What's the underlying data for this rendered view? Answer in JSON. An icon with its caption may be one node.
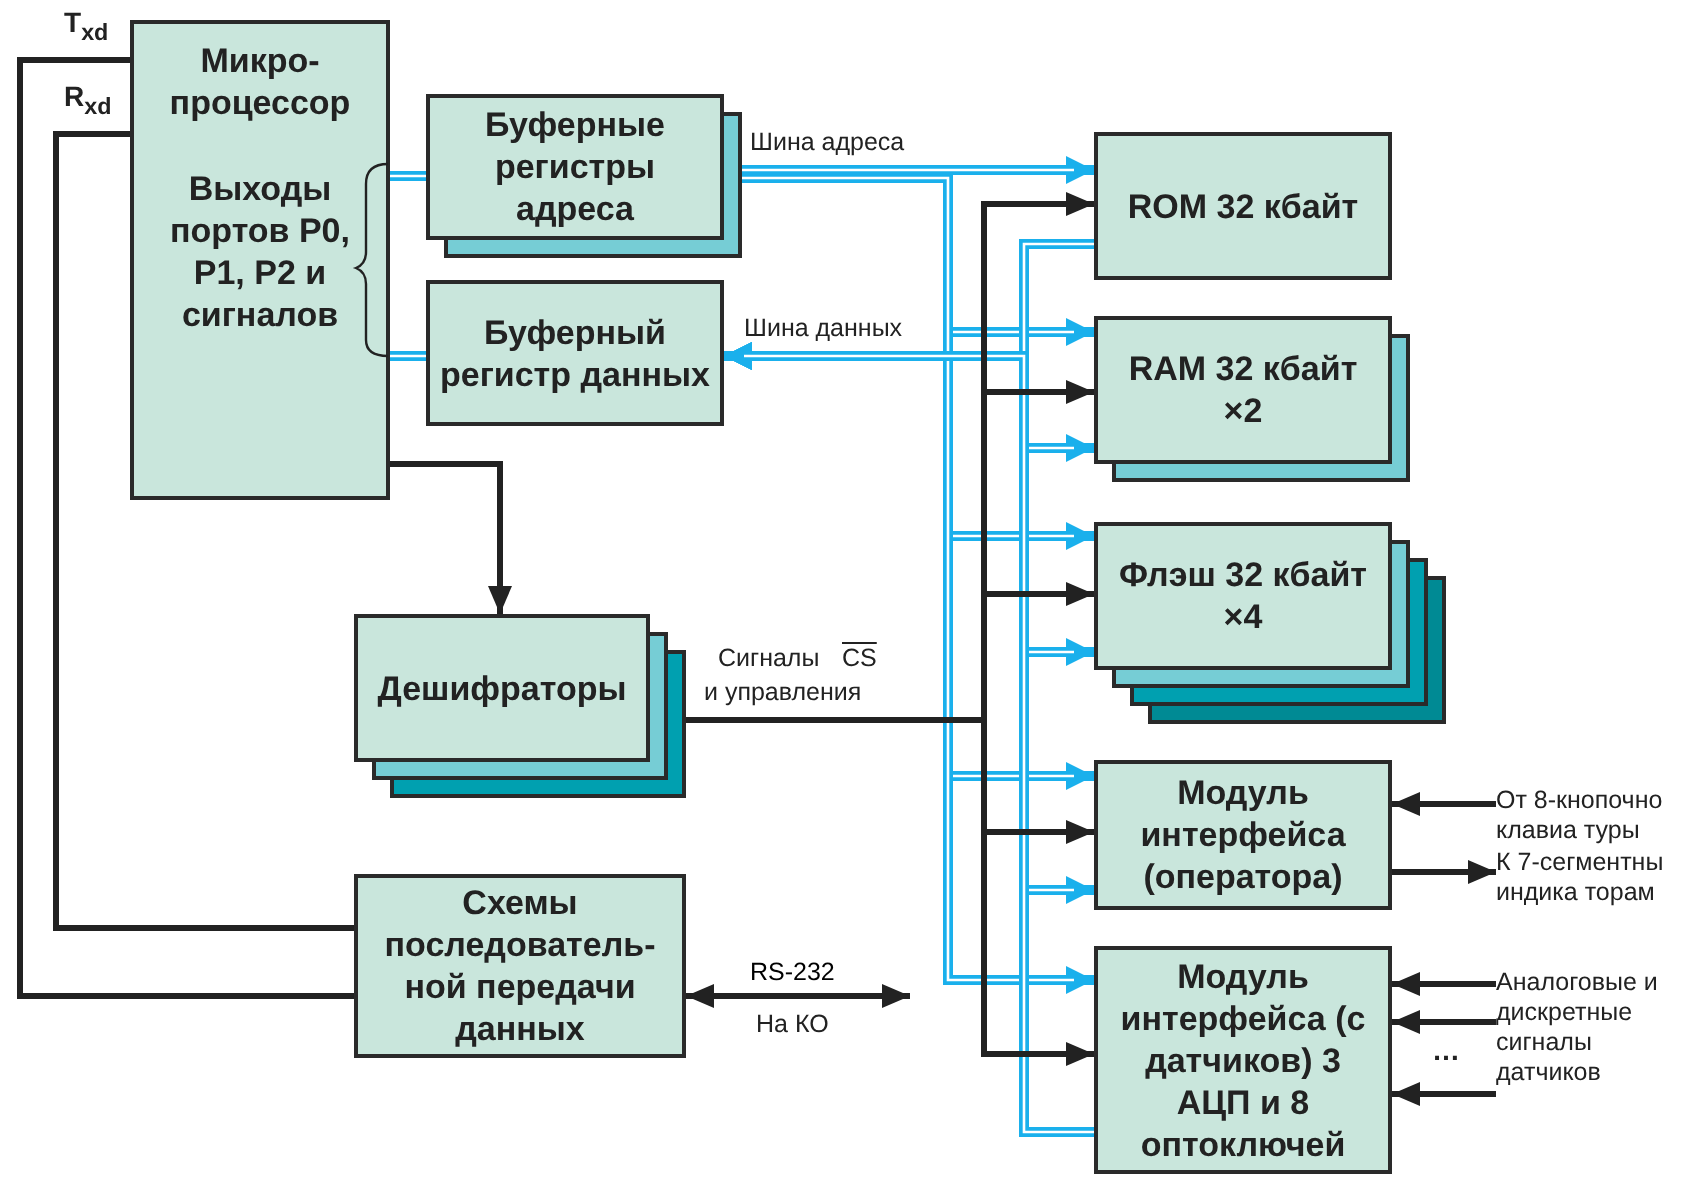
{
  "diagram": {
    "nodes": [
      {
        "text": [
          "Микро-процессор",
          "Выходы портов P0, P1, P2 и сигналов"
        ]
      },
      {
        "text": [
          "Буферные регистры адреса"
        ]
      },
      {
        "text": [
          "Буферный регистр данных"
        ]
      },
      {
        "text": [
          "ROM 32 кбайт"
        ]
      },
      {
        "text": [
          "RAM 32 кбайт ×2"
        ]
      },
      {
        "text": [
          "Флэш 32 кбайт ×4"
        ]
      },
      {
        "text": [
          "Модуль интерфейса (оператора)"
        ]
      },
      {
        "text": [
          "Модуль интерфейса (с датчиков) 3 АЦП и 8 оптоключей"
        ]
      },
      {
        "text": [
          "Дешифраторы"
        ]
      },
      {
        "text": [
          "Схемы последователь-ной передачи данных"
        ]
      },
      {
        "text": [
          "От 8-кнопочно клавиа туры"
        ]
      },
      {
        "text": [
          "К 7-сегментны индика торам"
        ]
      },
      {
        "text": [
          "Аналоговые и дискретные сигналы датчиков"
        ]
      }
    ],
    "edges": [
      {
        "from": 0,
        "to": 1,
        "arrow": "none",
        "color": "#1ab0ec"
      },
      {
        "from": 0,
        "to": 2,
        "arrow": "none",
        "color": "#1ab0ec"
      },
      {
        "from": 1,
        "to": 3,
        "arrow": "to",
        "color": "#1ab0ec"
      },
      {
        "from": 1,
        "to": 4,
        "arrow": "to",
        "color": "#1ab0ec"
      },
      {
        "from": 1,
        "to": 5,
        "arrow": "to",
        "color": "#1ab0ec"
      },
      {
        "from": 1,
        "to": 6,
        "arrow": "to",
        "color": "#1ab0ec"
      },
      {
        "from": 1,
        "to": 7,
        "arrow": "to",
        "color": "#1ab0ec"
      },
      {
        "from": 3,
        "to": 2,
        "arrow": "to",
        "color": "#1ab0ec"
      },
      {
        "from": 2,
        "to": 4,
        "arrow": "both",
        "color": "#1ab0ec"
      },
      {
        "from": 2,
        "to": 5,
        "arrow": "both",
        "color": "#1ab0ec"
      },
      {
        "from": 2,
        "to": 6,
        "arrow": "both",
        "color": "#1ab0ec"
      },
      {
        "from": 7,
        "to": 2,
        "arrow": "to",
        "color": "#1ab0ec"
      },
      {
        "from": 0,
        "to": 8,
        "arrow": "to"
      },
      {
        "from": 8,
        "to": 3,
        "arrow": "to"
      },
      {
        "from": 8,
        "to": 4,
        "arrow": "to"
      },
      {
        "from": 8,
        "to": 5,
        "arrow": "to"
      },
      {
        "from": 8,
        "to": 6,
        "arrow": "to"
      },
      {
        "from": 8,
        "to": 7,
        "arrow": "to"
      },
      {
        "from": 0,
        "to": 9,
        "arrow": "none"
      },
      {
        "from": 0,
        "to": 9,
        "arrow": "none"
      },
      {
        "from": 9,
        "to": null,
        "arrow": "both",
        "label": "RS-232"
      },
      {
        "from": 10,
        "to": 6,
        "arrow": "to"
      },
      {
        "from": 6,
        "to": 11,
        "arrow": "to"
      },
      {
        "from": 12,
        "to": 7,
        "arrow": "to"
      },
      {
        "from": 12,
        "to": 7,
        "arrow": "to"
      },
      {
        "from": 12,
        "to": 7,
        "arrow": "to"
      }
    ],
    "labels": [
      "T$_{xd}$",
      "R$_{xd}$",
      "Шина адреса",
      "Шина данных",
      "Сигналы",
      "CS",
      "и управления",
      "На КО",
      "…"
    ]
  }
}
